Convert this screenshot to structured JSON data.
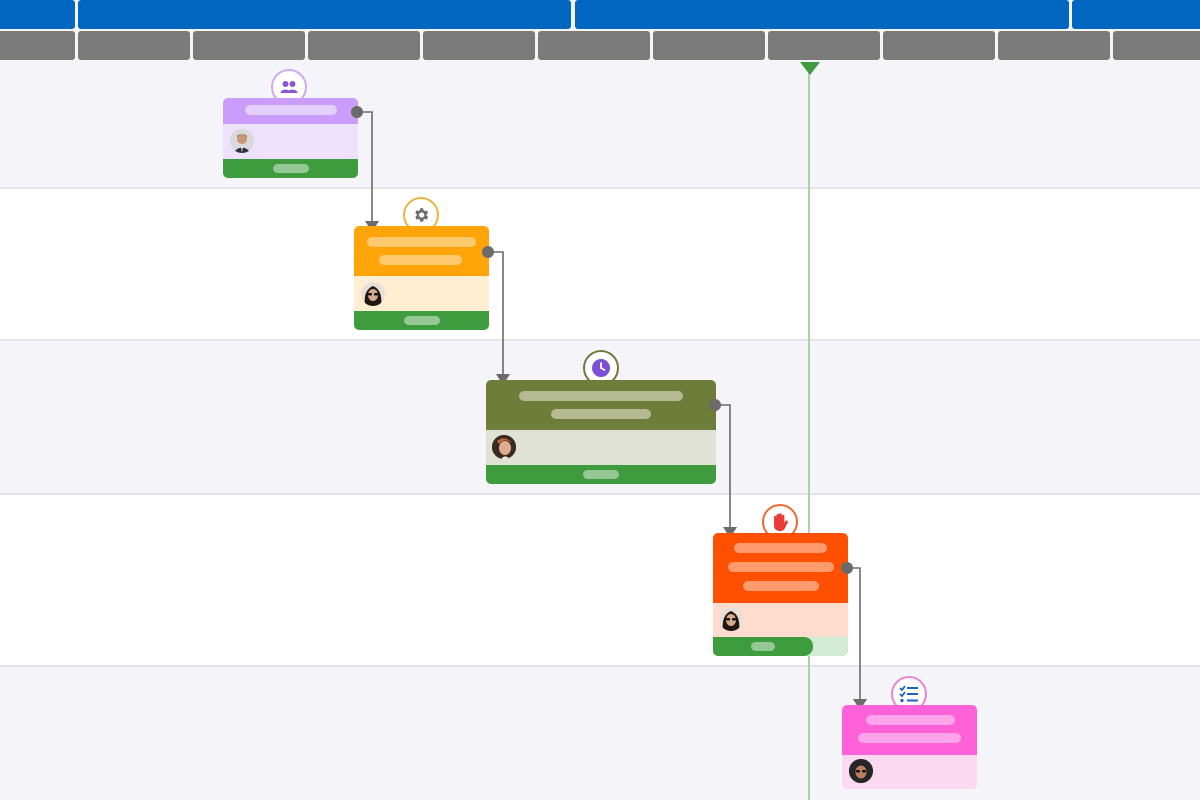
{
  "colors": {
    "header_primary": "#0167c0",
    "header_secondary": "#7a7a7a",
    "today_marker": "#3e9b3e",
    "progress": "#3e9b3e",
    "link": "#6b6b6b"
  },
  "tasks": [
    {
      "id": "task-1",
      "status_icon": "team-icon",
      "status_color": "#b07ee8",
      "head_color": "#cc9cfa",
      "body_color": "#ede1fb",
      "progress": 1.0
    },
    {
      "id": "task-2",
      "status_icon": "gear-icon",
      "status_color": "#e8a714",
      "head_color": "#ffa50a",
      "body_color": "#ffeed2",
      "progress": 1.0
    },
    {
      "id": "task-3",
      "status_icon": "clock-icon",
      "status_color": "#6e7b3a",
      "head_color": "#6e7d39",
      "body_color": "#e0e2d6",
      "progress": 1.0
    },
    {
      "id": "task-4",
      "status_icon": "hand-stop-icon",
      "status_color": "#f04a10",
      "head_color": "#ff4f00",
      "body_color": "#ffdccd",
      "progress": 0.74
    },
    {
      "id": "task-5",
      "status_icon": "checklist-icon",
      "status_color": "#e064cb",
      "head_color": "#ff62d8",
      "body_color": "#fbd9f1",
      "progress": 0
    }
  ]
}
